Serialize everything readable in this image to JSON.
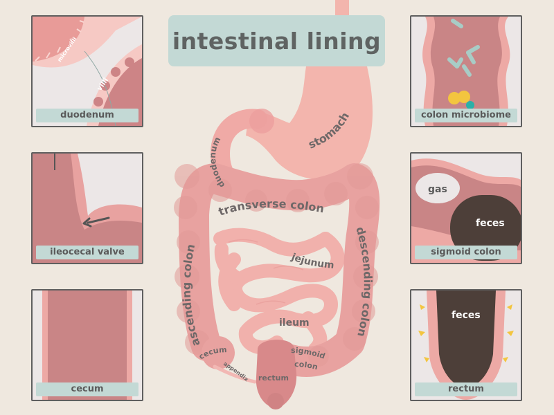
{
  "title": "intestinal lining",
  "organ_labels": {
    "stomach": "stomach",
    "duodenum": "duodenum",
    "transverse_colon": "transverse colon",
    "descending_colon": "descending colon",
    "ascending_colon": "ascending colon",
    "jejunum": "jejunum",
    "ileum": "ileum",
    "cecum": "cecum",
    "appendix": "appendix",
    "rectum": "rectum",
    "sigmoid_colon_line1": "sigmoid",
    "sigmoid_colon_line2": "colon"
  },
  "panels": {
    "duodenum": {
      "caption": "duodenum",
      "microvilli_label": "microvilli",
      "villi_label": "villi"
    },
    "ileocecal_valve": {
      "caption": "ileocecal valve"
    },
    "cecum": {
      "caption": "cecum"
    },
    "colon_microbiome": {
      "caption": "colon microbiome"
    },
    "sigmoid_colon": {
      "caption": "sigmoid colon",
      "gas_label": "gas",
      "feces_label": "feces"
    },
    "rectum": {
      "caption": "rectum",
      "feces_label": "feces"
    }
  },
  "colors": {
    "background": "#efe8df",
    "tissue_pink": "#e8a2a0",
    "tissue_dark": "#c98586",
    "stomach_pink": "#f3b5ad",
    "teal": "#c3d9d5",
    "feces_brown": "#4d3f39",
    "label_gray": "#6e6868"
  }
}
